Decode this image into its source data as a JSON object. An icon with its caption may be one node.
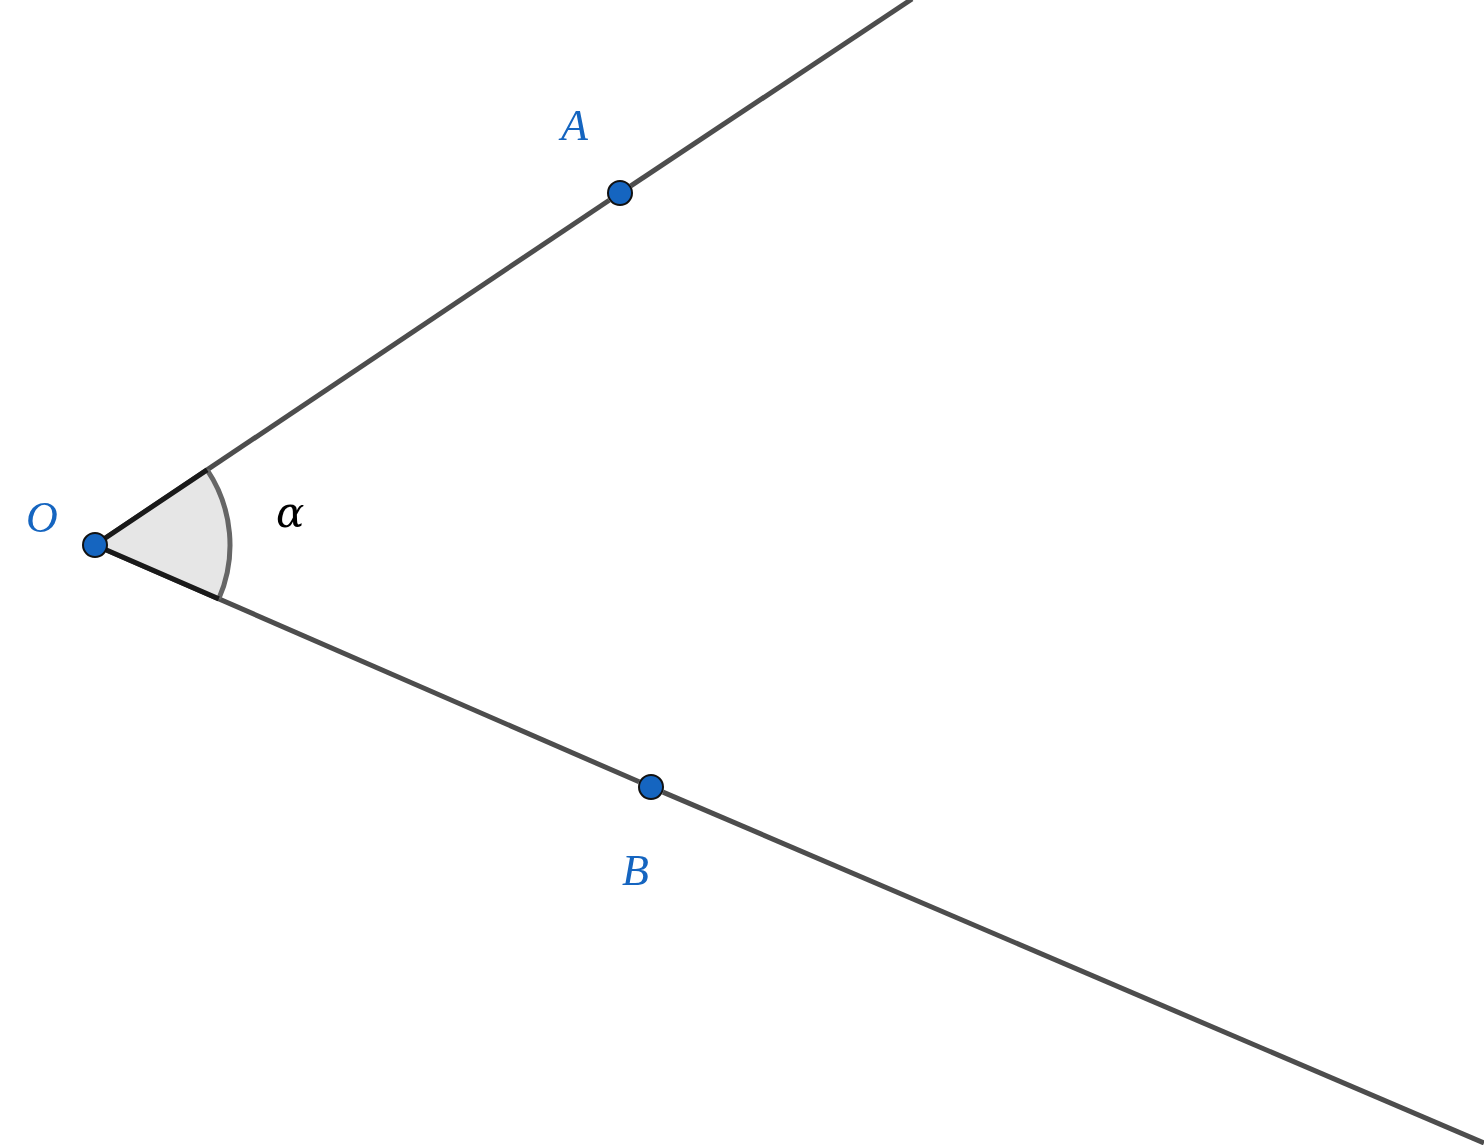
{
  "diagram": {
    "nodes": [
      {
        "text": [],
        "shape": "circle",
        "beside": [
          "O"
        ]
      },
      {
        "text": [],
        "shape": "circle",
        "beside": [
          "A"
        ]
      },
      {
        "text": [],
        "shape": "circle",
        "beside": [
          "B"
        ]
      }
    ],
    "edges": [
      {
        "from": 0,
        "to": 1,
        "arrow": "none"
      },
      {
        "from": 1,
        "to": null,
        "arrow": "none"
      },
      {
        "from": 0,
        "to": 2,
        "arrow": "none"
      },
      {
        "from": 2,
        "to": null,
        "arrow": "none"
      }
    ],
    "labels": [
      "α"
    ]
  }
}
